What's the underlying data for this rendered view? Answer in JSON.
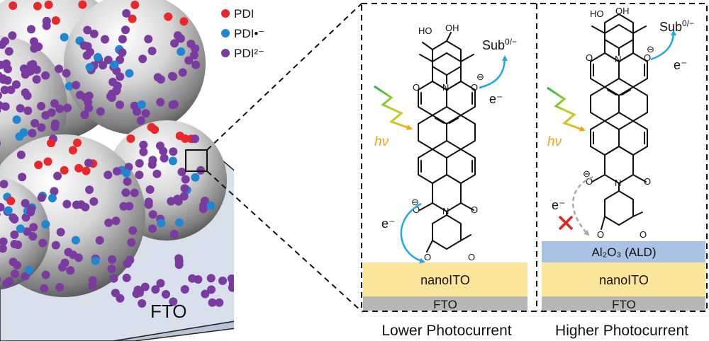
{
  "legend": {
    "items": [
      {
        "label": "PDI",
        "color": "#e8282a"
      },
      {
        "label": "PDI•⁻",
        "color": "#1f86d2"
      },
      {
        "label": "PDI²⁻",
        "color": "#7a3aa0"
      }
    ]
  },
  "substrate_label": "FTO",
  "panels": [
    {
      "caption": "Lower Photocurrent",
      "layers": [
        {
          "label": "nanoITO",
          "color": "#fbe59a"
        },
        {
          "label": "FTO",
          "color": "#b7b7b7"
        }
      ],
      "sub_label": "Sub",
      "sub_sup": "0/−",
      "electron_label": "e⁻",
      "injection_label": "e⁻",
      "light_label": "hν",
      "blocked": false
    },
    {
      "caption": "Higher Photocurrent",
      "layers": [
        {
          "label": "Al₂O₃ (ALD)",
          "color": "#aac2e4"
        },
        {
          "label": "nanoITO",
          "color": "#fbe59a"
        },
        {
          "label": "FTO",
          "color": "#b7b7b7"
        }
      ],
      "sub_label": "Sub",
      "sub_sup": "0/−",
      "electron_label": "e⁻",
      "injection_label": "e⁻",
      "light_label": "hν",
      "blocked": true
    }
  ],
  "structure_atoms": {
    "N": "N",
    "O": "O",
    "OH": "OH",
    "HO": "HO",
    "minus": "⊖"
  },
  "colors": {
    "arrow": "#22a8de",
    "blocked_arrow": "#aaaaaa",
    "cross": "#e32222"
  }
}
